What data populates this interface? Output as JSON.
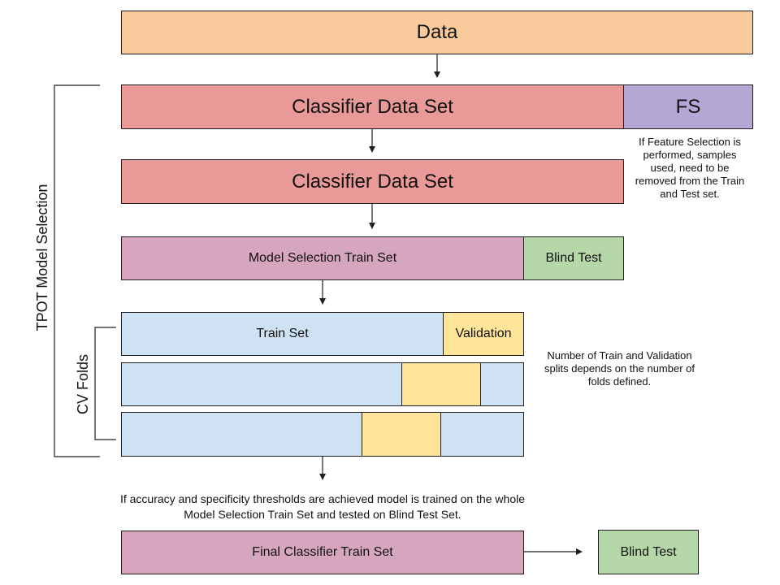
{
  "colors": {
    "data": "#f9cb9c",
    "classifier": "#ea9999",
    "fs": "#b4a7d6",
    "model_train": "#d5a6bd",
    "blind": "#b6d7a8",
    "train": "#cfe2f3",
    "validation": "#ffe599"
  },
  "data_box": {
    "label": "Data"
  },
  "classifier_set_1": {
    "label": "Classifier Data Set"
  },
  "fs_box": {
    "label": "FS"
  },
  "fs_note": {
    "text": "If Feature Selection is performed, samples used, need to be removed from the Train and Test set."
  },
  "classifier_set_2": {
    "label": "Classifier Data Set"
  },
  "model_selection": {
    "train_label": "Model Selection Train Set",
    "blind_label": "Blind Test"
  },
  "cv_fold_1": {
    "train_label": "Train Set",
    "validation_label": "Validation"
  },
  "cv_note": {
    "text": "Number of Train and Validation splits depends on the number of folds defined."
  },
  "tpot_label": "TPOT Model Selection",
  "cv_label": "CV Folds",
  "threshold_note": {
    "text": "If accuracy and specificity thresholds are achieved model is trained on the whole Model Selection Train Set and tested on Blind Test Set."
  },
  "final": {
    "train_label": "Final Classifier Train Set",
    "blind_label": "Blind Test"
  }
}
